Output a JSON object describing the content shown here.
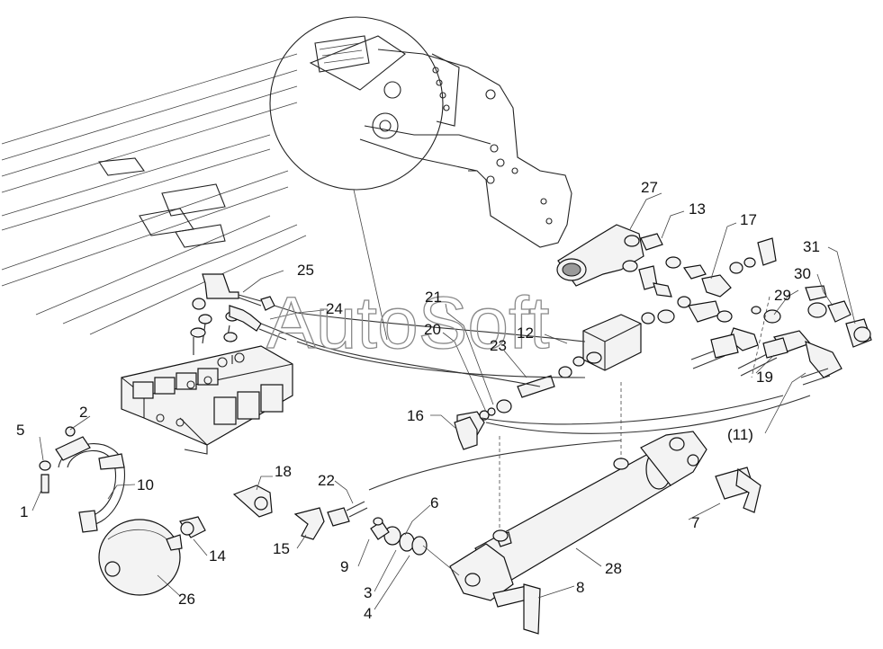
{
  "watermark": "AutoSoft",
  "callouts": [
    {
      "id": "c1",
      "label": "1"
    },
    {
      "id": "c2",
      "label": "2"
    },
    {
      "id": "c3",
      "label": "3"
    },
    {
      "id": "c4",
      "label": "4"
    },
    {
      "id": "c5",
      "label": "5"
    },
    {
      "id": "c6",
      "label": "6"
    },
    {
      "id": "c7",
      "label": "7"
    },
    {
      "id": "c8",
      "label": "8"
    },
    {
      "id": "c9",
      "label": "9"
    },
    {
      "id": "c10",
      "label": "10"
    },
    {
      "id": "c11",
      "label": "(11)"
    },
    {
      "id": "c12",
      "label": "12"
    },
    {
      "id": "c13",
      "label": "13"
    },
    {
      "id": "c14",
      "label": "14"
    },
    {
      "id": "c15",
      "label": "15"
    },
    {
      "id": "c16",
      "label": "16"
    },
    {
      "id": "c17",
      "label": "17"
    },
    {
      "id": "c18",
      "label": "18"
    },
    {
      "id": "c19",
      "label": "19"
    },
    {
      "id": "c20",
      "label": "20"
    },
    {
      "id": "c21",
      "label": "21"
    },
    {
      "id": "c22",
      "label": "22"
    },
    {
      "id": "c23",
      "label": "23"
    },
    {
      "id": "c24",
      "label": "24"
    },
    {
      "id": "c25",
      "label": "25"
    },
    {
      "id": "c26",
      "label": "26"
    },
    {
      "id": "c27",
      "label": "27"
    },
    {
      "id": "c28",
      "label": "28"
    },
    {
      "id": "c29",
      "label": "29"
    },
    {
      "id": "c30",
      "label": "30"
    },
    {
      "id": "c31",
      "label": "31"
    }
  ]
}
